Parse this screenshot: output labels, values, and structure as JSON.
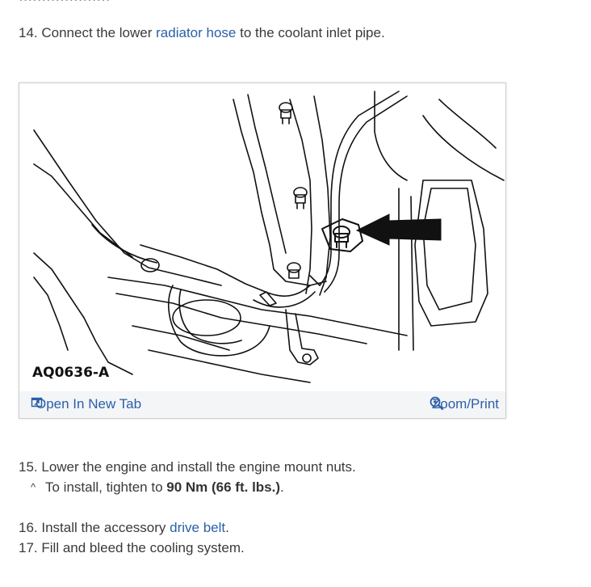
{
  "steps": {
    "step14": {
      "number": "14.",
      "text_before": "Connect the lower",
      "link": "radiator hose",
      "text_after": "to the coolant inlet pipe."
    },
    "step15": {
      "number": "15.",
      "text": "Lower the engine and install the engine mount nuts.",
      "sub_caret": "^",
      "sub_text_before": "To install, tighten to",
      "sub_bold": "90 Nm (66 ft. lbs.)",
      "sub_text_after": "."
    },
    "step16": {
      "number": "16.",
      "text_before": "Install the accessory",
      "link": "drive belt",
      "text_after": "."
    },
    "step17": {
      "number": "17.",
      "text": "Fill and bleed the cooling system."
    }
  },
  "figure": {
    "caption_code": "AQ0636-A",
    "open_tab_label": "Open In New Tab",
    "zoom_label": "Zoom/Print",
    "open_tab_icon": "open-new-tab-icon",
    "zoom_icon": "zoom-icon"
  },
  "colors": {
    "link": "#2a5fa8",
    "text": "#3a3a3a"
  }
}
